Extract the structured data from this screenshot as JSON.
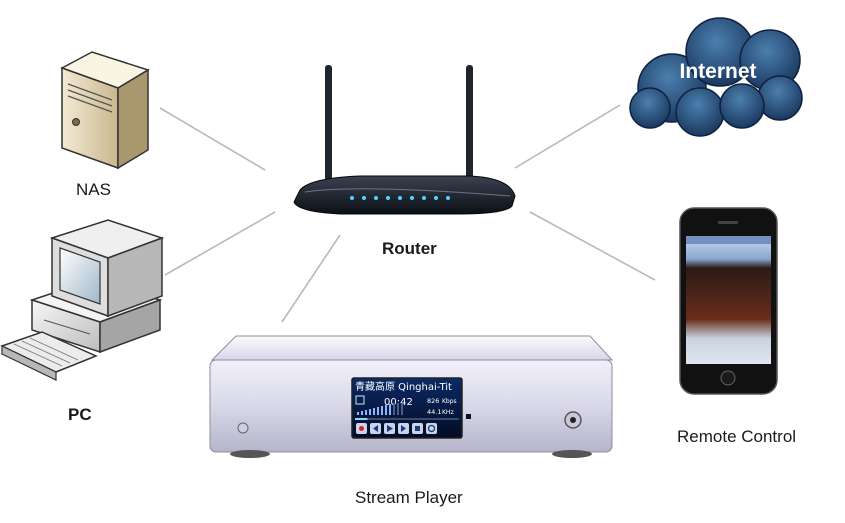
{
  "diagram": {
    "nodes": {
      "nas": {
        "label": "NAS"
      },
      "pc": {
        "label": "PC"
      },
      "router": {
        "label": "Router"
      },
      "internet": {
        "label": "Internet"
      },
      "remote": {
        "label": "Remote Control"
      },
      "player": {
        "label": "Stream Player",
        "screen": {
          "title": "青藏高原 Qinghai-Tit",
          "time": "00:42",
          "bitrate": "826",
          "bitrate_unit": "Kbps",
          "samplerate": "44.1",
          "samplerate_unit": "KHz",
          "progress": 0.12
        }
      }
    },
    "edges": [
      [
        "nas",
        "router"
      ],
      [
        "pc",
        "router"
      ],
      [
        "router",
        "internet"
      ],
      [
        "router",
        "remote"
      ],
      [
        "router",
        "player"
      ]
    ]
  }
}
